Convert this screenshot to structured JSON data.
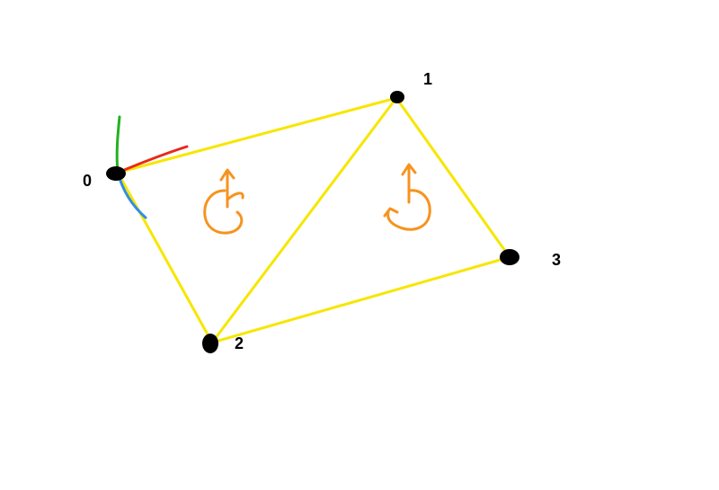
{
  "colors": {
    "background": "#ffffff",
    "edge": "#f7e600",
    "vertex": "#000000",
    "winding_arrow": "#f6931f",
    "axis_x": "#e8291c",
    "axis_y": "#22b21f",
    "axis_z": "#2f8ee8"
  },
  "vertices": [
    {
      "label": "0"
    },
    {
      "label": "1"
    },
    {
      "label": "2"
    },
    {
      "label": "3"
    }
  ],
  "triangles": [
    {
      "vertices": [
        0,
        1,
        2
      ],
      "winding": "counter-clockwise"
    },
    {
      "vertices": [
        1,
        3,
        2
      ],
      "winding": "clockwise"
    }
  ],
  "axes_at_vertex": 0,
  "icons": {
    "winding_left": "counter-clockwise-arrow-icon",
    "winding_right": "clockwise-arrow-icon"
  }
}
